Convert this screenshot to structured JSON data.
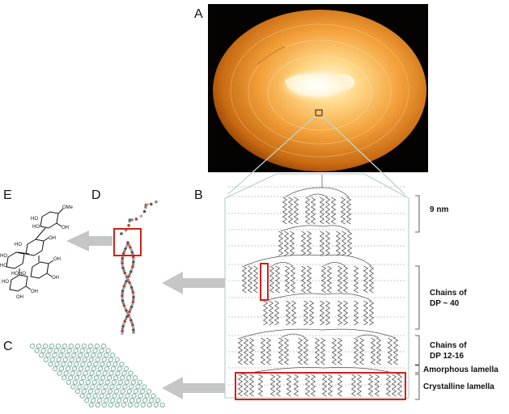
{
  "panels": {
    "a": "A",
    "b": "B",
    "c": "C",
    "d": "D",
    "e": "E"
  },
  "annotations": {
    "nine_nm": "9 nm",
    "chains_dp40_line1": "Chains of",
    "chains_dp40_line2": "DP ~ 40",
    "chains_dp1216_line1": "Chains of",
    "chains_dp1216_line2": "DP 12-16",
    "amorphous": "Amorphous lamella",
    "crystalline": "Crystalline lamella"
  },
  "molecule_labels": {
    "ome": "OMe",
    "oh": "OH",
    "ho": "HO",
    "hoho": "HOHO"
  },
  "colors": {
    "highlight_red": "#d4201a",
    "arrow_gray": "#c3c7c6",
    "lattice_teal": "#8fb8ad",
    "panel_outline": "#bcd6cf",
    "granule_core": "#fff6d8",
    "granule_mid": "#f2a53a",
    "granule_edge": "#a8520a"
  }
}
